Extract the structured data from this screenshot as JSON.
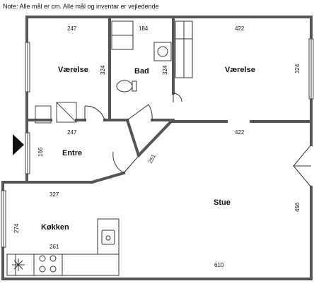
{
  "note": "Note: Alle mål er cm. Alle mål og inventar er vejledende",
  "rooms": {
    "vaerelse_left": "Værelse",
    "bad": "Bad",
    "vaerelse_right": "Værelse",
    "entre": "Entre",
    "stue": "Stue",
    "kokken": "Køkken"
  },
  "dims": {
    "vl_width_top": "247",
    "vl_height": "324",
    "bad_width": "184",
    "bad_height": "324",
    "vr_width_top": "422",
    "vr_height": "324",
    "entre_width": "247",
    "entre_height": "166",
    "vr_width_bottom": "422",
    "diag_wall": "251",
    "kokken_width_top": "327",
    "kokken_height": "274",
    "kokken_counter": "261",
    "stue_height": "456",
    "stue_width": "610"
  },
  "icons": [
    "entrance-arrow-icon",
    "toilet-icon",
    "sink-icon",
    "stove-icon",
    "fan-icon"
  ],
  "colors": {
    "wall": "#555555",
    "line": "#222222"
  }
}
